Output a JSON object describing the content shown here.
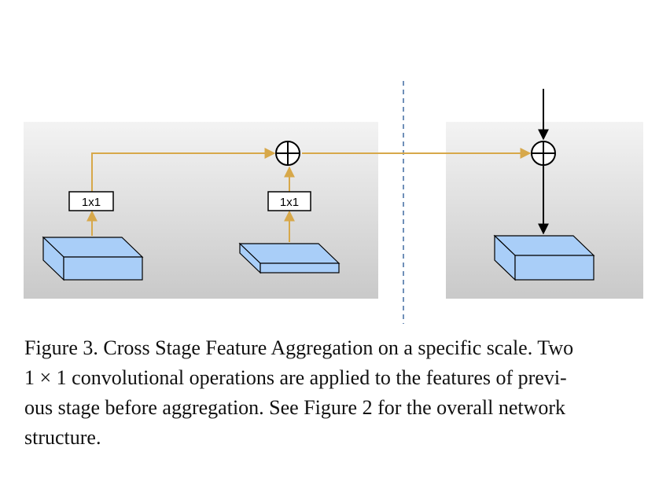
{
  "figure": {
    "left_stage": {
      "conv_labels": [
        "1x1",
        "1x1"
      ]
    },
    "colors": {
      "panel_top": "#f3f3f3",
      "panel_bottom": "#c9c9c9",
      "feature_block": "#a9cef8",
      "arrow_gold": "#d7a84a",
      "arrow_black": "#000000",
      "divider": "#6f8fb8"
    }
  },
  "caption": {
    "lines": [
      "Figure 3. Cross Stage Feature Aggregation on a specific scale. Two",
      "1 × 1 convolutional operations are applied to the features of previ-",
      "ous stage before aggregation. See Figure 2 for the overall network",
      "structure."
    ]
  }
}
